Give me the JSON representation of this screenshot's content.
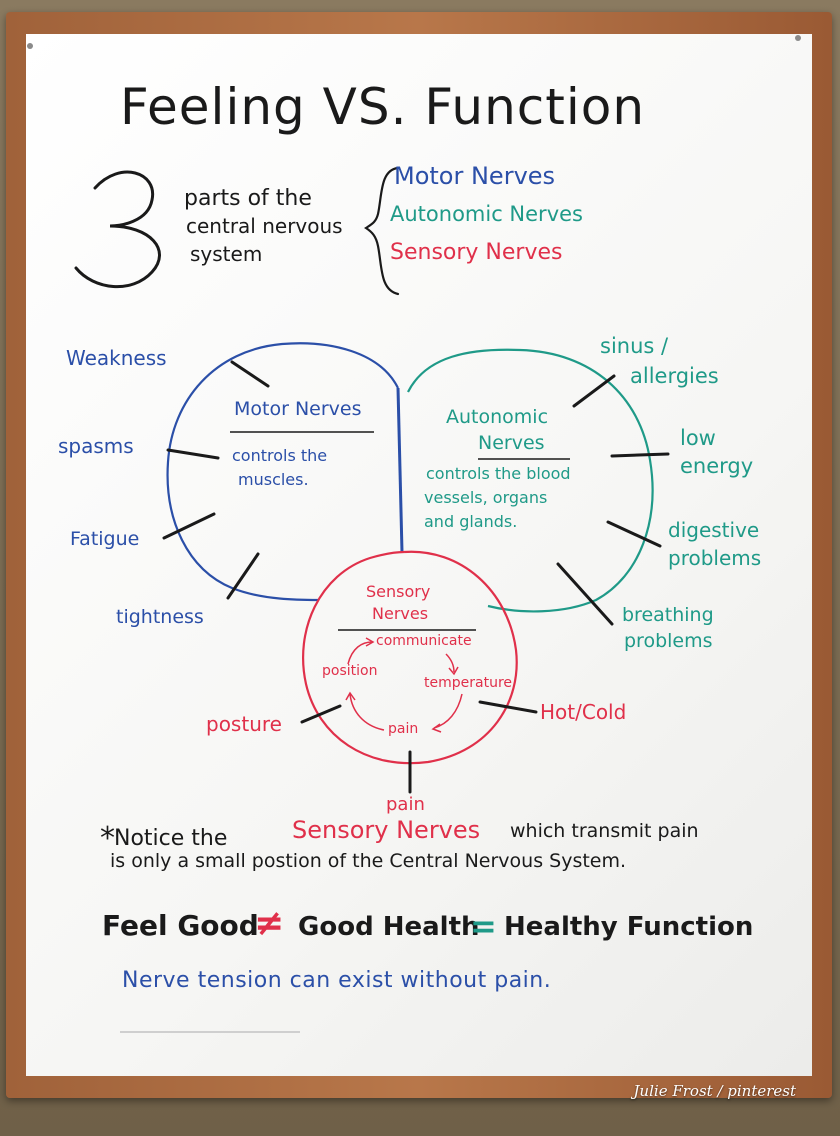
{
  "title": "Feeling VS. Function",
  "intro": {
    "number": "3",
    "line1": "parts of the",
    "line2": "central nervous",
    "line3": "system",
    "parts": [
      {
        "label": "Motor Nerves",
        "color": "#2b4fa8"
      },
      {
        "label": "Autonomic Nerves",
        "color": "#1f9a88"
      },
      {
        "label": "Sensory Nerves",
        "color": "#e0304a"
      }
    ]
  },
  "motor": {
    "title": "Motor Nerves",
    "desc1": "controls the",
    "desc2": "muscles.",
    "symptoms": [
      "Weakness",
      "spasms",
      "Fatigue",
      "tightness"
    ]
  },
  "autonomic": {
    "title1": "Autonomic",
    "title2": "Nerves",
    "desc1": "controls the blood",
    "desc2": "vessels, organs",
    "desc3": "and glands.",
    "symptoms": [
      {
        "l1": "sinus /",
        "l2": "allergies"
      },
      {
        "l1": "low",
        "l2": "energy"
      },
      {
        "l1": "digestive",
        "l2": "problems"
      },
      {
        "l1": "breathing",
        "l2": "problems"
      }
    ]
  },
  "sensory": {
    "title1": "Sensory",
    "title2": "Nerves",
    "cycle": [
      "communicate",
      "temperature",
      "pain",
      "position"
    ],
    "symptoms": [
      "posture",
      "Hot/Cold",
      "pain"
    ]
  },
  "note": {
    "star": "*",
    "pre": "Notice the",
    "highlight": "Sensory Nerves",
    "post": "which transmit pain",
    "line2": "is only a small postion of the Central Nervous System."
  },
  "equation": {
    "a": "Feel Good",
    "neq": "≠",
    "b": "Good Health",
    "eq": "=",
    "c": "Healthy Function"
  },
  "tagline": "Nerve tension can exist without pain.",
  "credit": "Julie Frost / pinterest",
  "colors": {
    "motor": "#2b4fa8",
    "autonomic": "#1f9a88",
    "sensory": "#e0304a",
    "ink": "#1a1a1a"
  }
}
